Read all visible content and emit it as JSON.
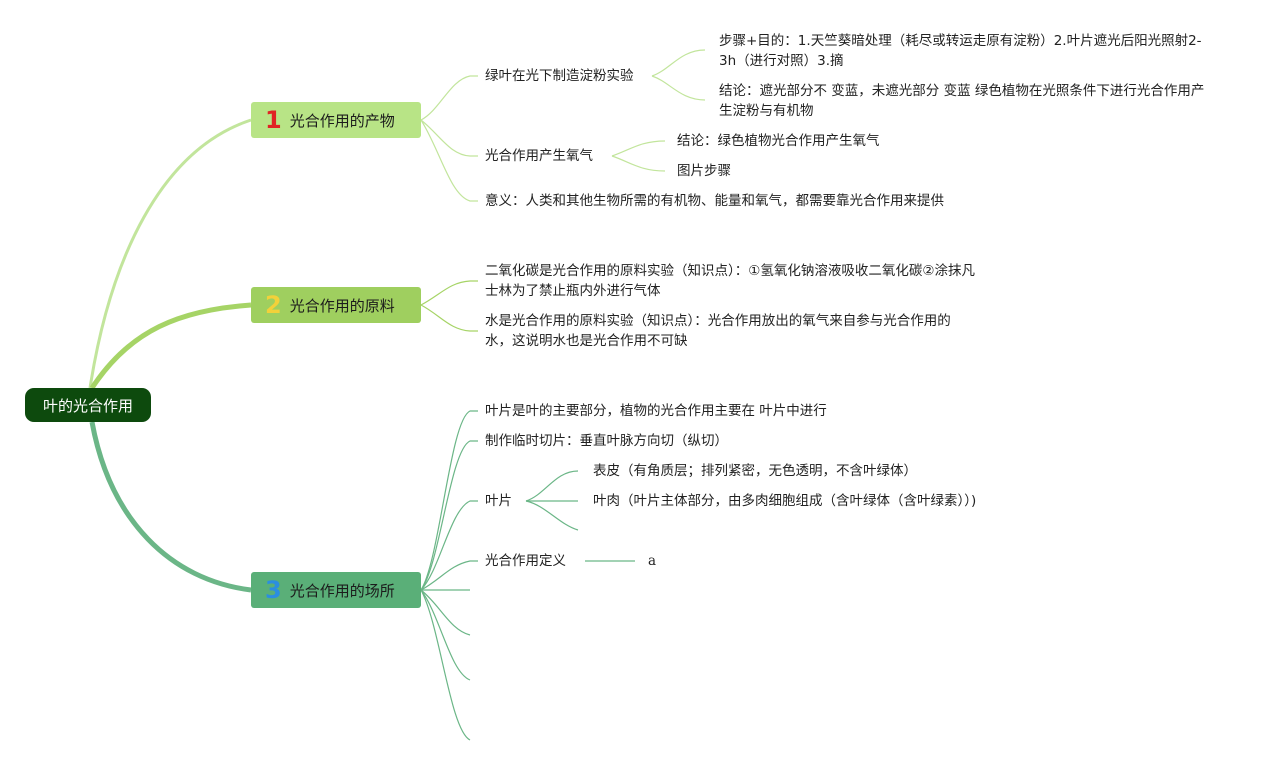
{
  "root": {
    "label": "叶的光合作用"
  },
  "branches": [
    {
      "num": "1",
      "label": "光合作用的产物",
      "children": [
        {
          "label": "绿叶在光下制造淀粉实验",
          "children": [
            "步骤+目的：1.天竺葵暗处理（耗尽或转运走原有淀粉）2.叶片遮光后阳光照射2-3h（进行对照）3.摘",
            "结论：遮光部分不 变蓝，未遮光部分 变蓝 绿色植物在光照条件下进行光合作用产生淀粉与有机物"
          ]
        },
        {
          "label": "光合作用产生氧气",
          "children": [
            "结论：绿色植物光合作用产生氧气",
            "图片步骤"
          ]
        },
        {
          "label": "意义：人类和其他生物所需的有机物、能量和氧气，都需要靠光合作用来提供"
        }
      ]
    },
    {
      "num": "2",
      "label": "光合作用的原料",
      "children": [
        {
          "label": "二氧化碳是光合作用的原料实验（知识点）：①氢氧化钠溶液吸收二氧化碳②涂抹凡士林为了禁止瓶内外进行气体"
        },
        {
          "label": "水是光合作用的原料实验（知识点）：光合作用放出的氧气来自参与光合作用的水，这说明水也是光合作用不可缺"
        }
      ]
    },
    {
      "num": "3",
      "label": "光合作用的场所",
      "children": [
        {
          "label": "叶片是叶的主要部分，植物的光合作用主要在 叶片中进行"
        },
        {
          "label": "制作临时切片：垂直叶脉方向切（纵切）"
        },
        {
          "label": "叶片",
          "children": [
            "表皮（有角质层；排列紧密，无色透明，不含叶绿体）",
            "叶肉（叶片主体部分，由多肉细胞组成（含叶绿体（含叶绿素））)"
          ]
        },
        {
          "label": "光合作用定义",
          "children": [
            "a"
          ]
        }
      ]
    }
  ],
  "colors": {
    "root": "#0d4a0d",
    "branch1": "#b8e486",
    "branch2": "#9fcf5f",
    "branch3": "#5aaf78",
    "line1": "#c2e59c",
    "line2": "#a6d466",
    "line3": "#6bb687"
  }
}
